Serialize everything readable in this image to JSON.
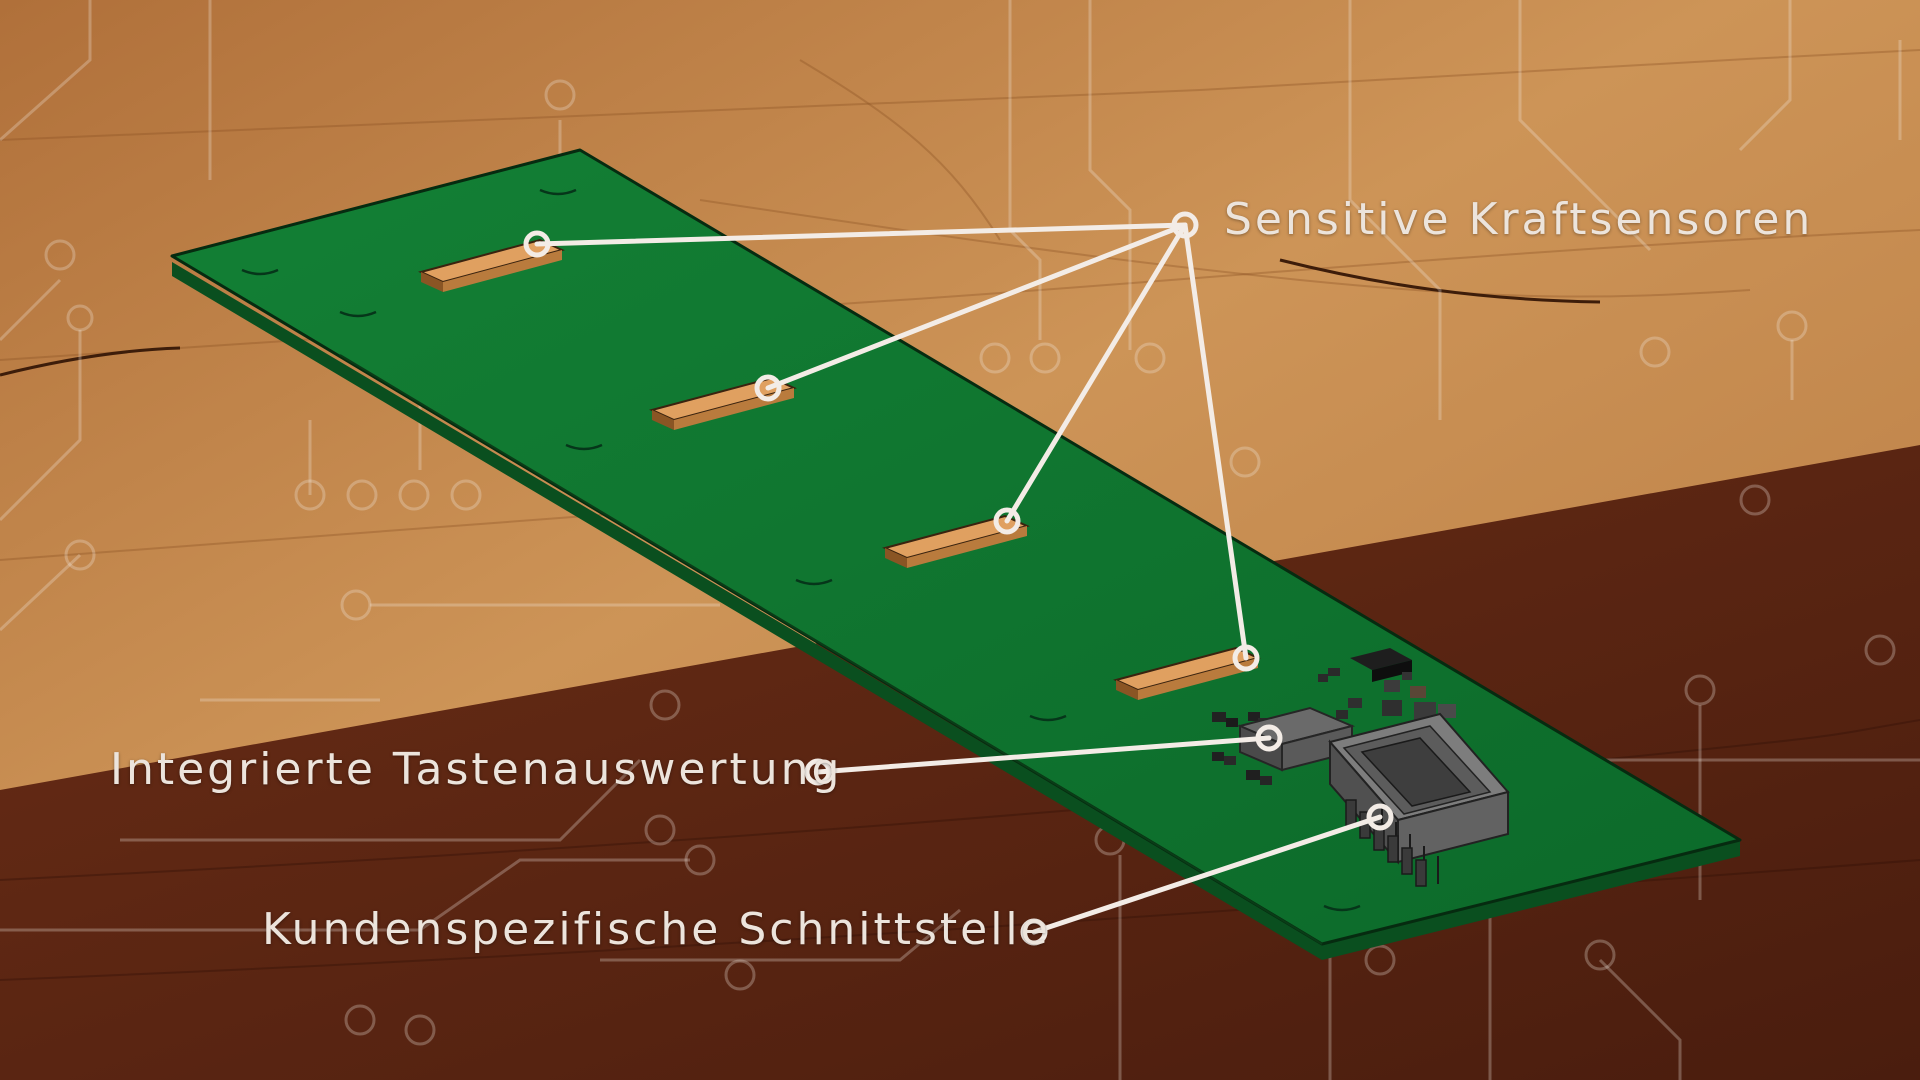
{
  "callouts": {
    "sensors": "Sensitive Kraftsensoren",
    "evaluation": "Integrierte Tastenauswertung",
    "interface": "Kundenspezifische Schnittstelle"
  },
  "colors": {
    "wood_light": "#c58a4c",
    "wood_dark": "#5c2614",
    "board_green": "#0e6b2c",
    "sensor_pad": "#e0a060",
    "callout_line": "#f3ece6",
    "label_text": "#ece4dc"
  }
}
